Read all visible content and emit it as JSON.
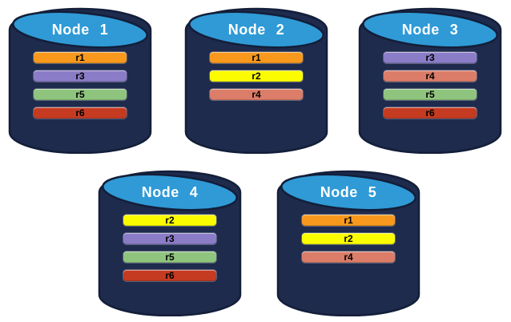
{
  "colors": {
    "cylinder_body": "#1E2B4D",
    "cylinder_outline": "#131E39",
    "cylinder_top_fill": "#2F9AD6",
    "node_title_text": "#FFFFFF",
    "bar_text": "#000000",
    "replica_colors": {
      "r1": "#F8991D",
      "r2": "#FCFC00",
      "r3": "#8B7CC8",
      "r4": "#DB7D69",
      "r5": "#8FC47E",
      "r6": "#C53B21"
    }
  },
  "nodes": [
    {
      "label": "Node",
      "number": "1",
      "replicas": [
        "r1",
        "r3",
        "r5",
        "r6"
      ]
    },
    {
      "label": "Node",
      "number": "2",
      "replicas": [
        "r1",
        "r2",
        "r4"
      ]
    },
    {
      "label": "Node",
      "number": "3",
      "replicas": [
        "r3",
        "r4",
        "r5",
        "r6"
      ]
    },
    {
      "label": "Node",
      "number": "4",
      "replicas": [
        "r2",
        "r3",
        "r5",
        "r6"
      ]
    },
    {
      "label": "Node",
      "number": "5",
      "replicas": [
        "r1",
        "r2",
        "r4"
      ]
    }
  ]
}
